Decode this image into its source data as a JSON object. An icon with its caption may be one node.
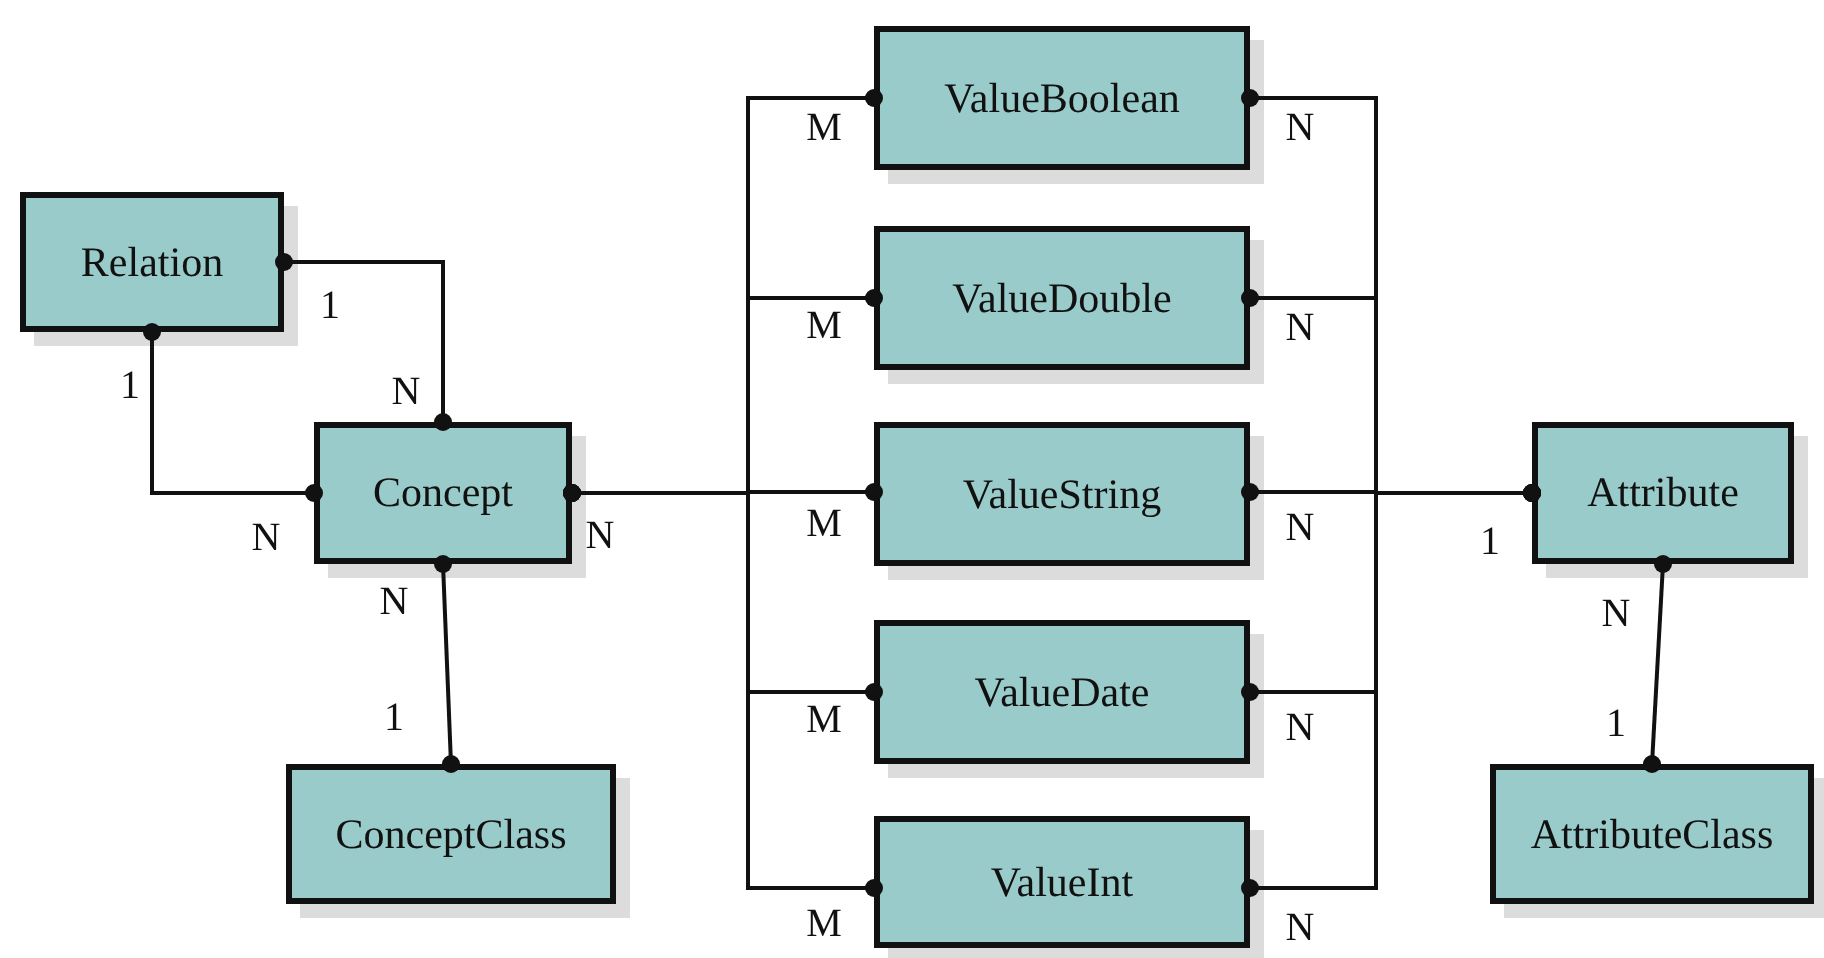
{
  "diagram": {
    "nodes": [
      {
        "text": [
          "Relation"
        ]
      },
      {
        "text": [
          "Concept"
        ]
      },
      {
        "text": [
          "ConceptClass"
        ]
      },
      {
        "text": [
          "ValueBoolean"
        ]
      },
      {
        "text": [
          "ValueDouble"
        ]
      },
      {
        "text": [
          "ValueString"
        ]
      },
      {
        "text": [
          "ValueDate"
        ]
      },
      {
        "text": [
          "ValueInt"
        ]
      },
      {
        "text": [
          "Attribute"
        ]
      },
      {
        "text": [
          "AttributeClass"
        ]
      }
    ],
    "edges": [
      {
        "from": 0,
        "to": 1,
        "arrow": "other"
      },
      {
        "from": 0,
        "to": 1,
        "arrow": "other"
      },
      {
        "from": 1,
        "to": 2,
        "arrow": "other"
      },
      {
        "from": 1,
        "to": 3,
        "arrow": "other"
      },
      {
        "from": 1,
        "to": 4,
        "arrow": "other"
      },
      {
        "from": 1,
        "to": 5,
        "arrow": "other"
      },
      {
        "from": 1,
        "to": 6,
        "arrow": "other"
      },
      {
        "from": 1,
        "to": 7,
        "arrow": "other"
      },
      {
        "from": 3,
        "to": 8,
        "arrow": "other"
      },
      {
        "from": 4,
        "to": 8,
        "arrow": "other"
      },
      {
        "from": 5,
        "to": 8,
        "arrow": "other"
      },
      {
        "from": 6,
        "to": 8,
        "arrow": "other"
      },
      {
        "from": 7,
        "to": 8,
        "arrow": "other"
      },
      {
        "from": 8,
        "to": 9,
        "arrow": "other"
      }
    ],
    "labels": [
      "M",
      "N",
      "1",
      "M",
      "N",
      "1",
      "N",
      "N",
      "N",
      "M",
      "N",
      "1",
      "N",
      "N",
      "1",
      "M",
      "N",
      "1",
      "M",
      "N"
    ]
  }
}
